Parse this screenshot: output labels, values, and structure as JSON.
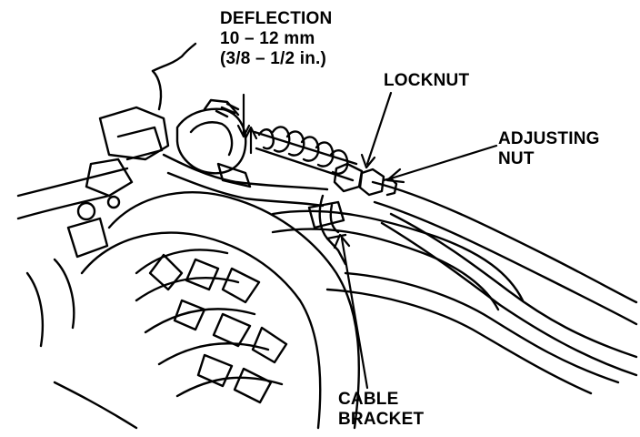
{
  "labels": {
    "deflection": {
      "line1": "DEFLECTION",
      "line2": "10 – 12 mm",
      "line3": "(3/8 – 1/2 in.)"
    },
    "locknut": "LOCKNUT",
    "adjusting_nut": {
      "line1": "ADJUSTING",
      "line2": "NUT"
    },
    "cable_bracket": {
      "line1": "CABLE",
      "line2": "BRACKET"
    }
  },
  "colors": {
    "ink": "#000000",
    "paper": "#ffffff"
  }
}
